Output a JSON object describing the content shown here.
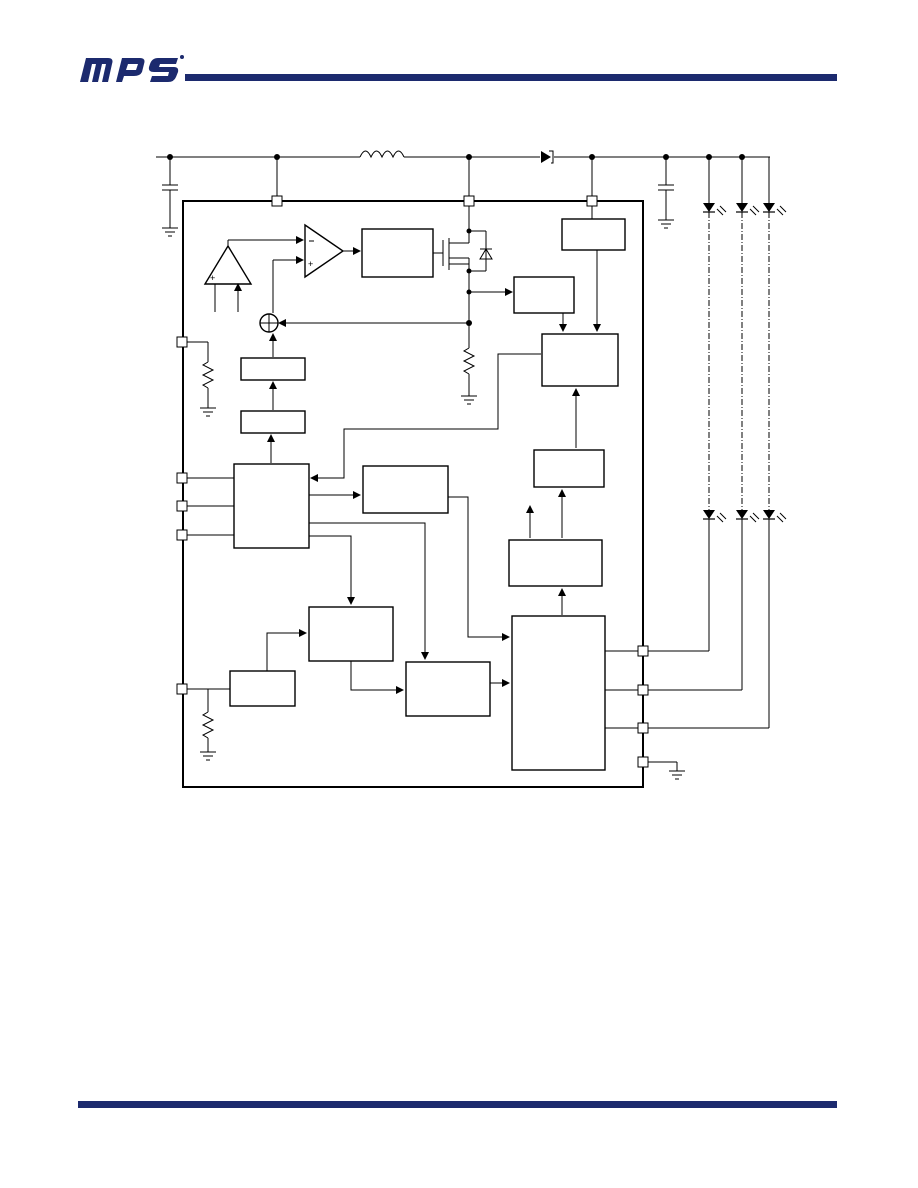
{
  "header": {
    "logo_icon": "mps-logo",
    "rule_color": "#1c2a6e"
  },
  "footer": {
    "rule_color": "#1c2a6e"
  },
  "diagram": {
    "type": "block-diagram",
    "external_components": [
      "input-capacitor",
      "inductor",
      "schottky-diode",
      "output-capacitor",
      "led-strings"
    ],
    "led_strings": 3,
    "leds_per_string_visible": 2
  }
}
